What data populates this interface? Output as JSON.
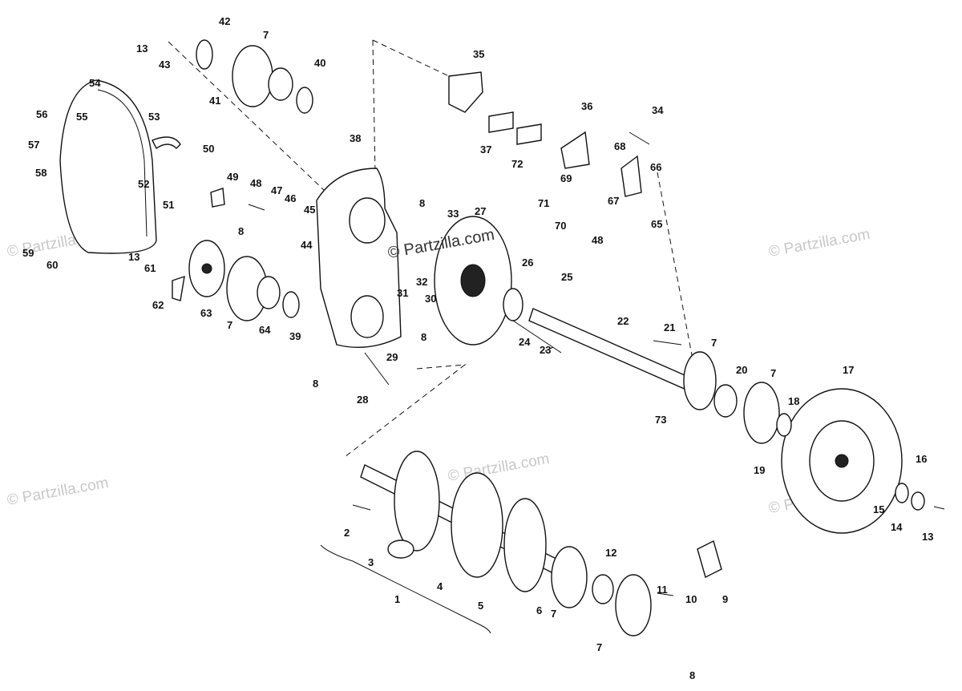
{
  "watermark": {
    "main": "© Partzilla.com",
    "faint": "© Partzilla.com"
  },
  "callouts": [
    "1",
    "2",
    "3",
    "4",
    "5",
    "6",
    "7",
    "8",
    "9",
    "10",
    "11",
    "12",
    "13",
    "14",
    "15",
    "16",
    "17",
    "18",
    "19",
    "20",
    "21",
    "22",
    "23",
    "24",
    "25",
    "26",
    "27",
    "28",
    "29",
    "30",
    "31",
    "32",
    "33",
    "34",
    "35",
    "36",
    "37",
    "38",
    "39",
    "40",
    "41",
    "42",
    "43",
    "44",
    "45",
    "46",
    "47",
    "48",
    "49",
    "50",
    "51",
    "52",
    "53",
    "54",
    "55",
    "56",
    "57",
    "58",
    "59",
    "60",
    "61",
    "62",
    "63",
    "64",
    "65",
    "66",
    "67",
    "68",
    "69",
    "70",
    "71",
    "72",
    "73"
  ]
}
